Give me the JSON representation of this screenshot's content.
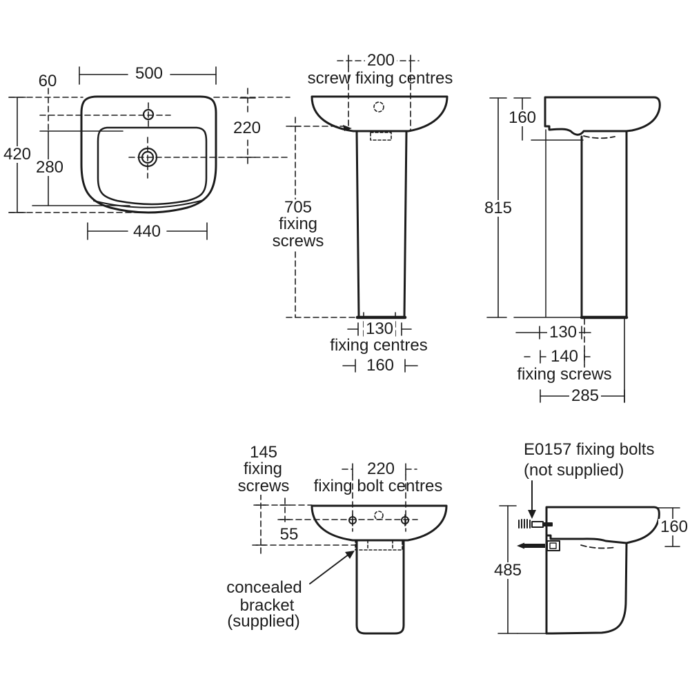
{
  "colors": {
    "line": "#1c1c1c",
    "background": "#ffffff"
  },
  "views": {
    "plan": {
      "width_top": "500",
      "tap_offset": "60",
      "depth": "420",
      "bowl_depth": "280",
      "drain_offset": "220",
      "width_bottom": "440"
    },
    "front_pedestal": {
      "screw_centres": "200",
      "screw_centres_caption": "screw fixing centres",
      "fixing_height": "705",
      "fixing_caption_1": "fixing",
      "fixing_caption_2": "screws",
      "fixing_centres": "130",
      "fixing_centres_caption": "fixing centres",
      "base_width": "160"
    },
    "side_pedestal": {
      "basin_height": "160",
      "overall_height": "815",
      "wall_offset": "130",
      "fixing_screws": "140",
      "fixing_screws_caption": "fixing screws",
      "depth": "285"
    },
    "front_semi_pedestal": {
      "fixing_screws": "145",
      "fixing_caption_1": "fixing",
      "fixing_caption_2": "screws",
      "bolt_centres": "220",
      "bolt_centres_caption": "fixing bolt centres",
      "bolt_offset": "55",
      "bracket_caption_1": "concealed",
      "bracket_caption_2": "bracket",
      "bracket_caption_3": "(supplied)"
    },
    "side_semi_pedestal": {
      "bolts_caption_1": "E0157 fixing bolts",
      "bolts_caption_2": "(not supplied)",
      "basin_height": "160",
      "height": "485"
    }
  }
}
